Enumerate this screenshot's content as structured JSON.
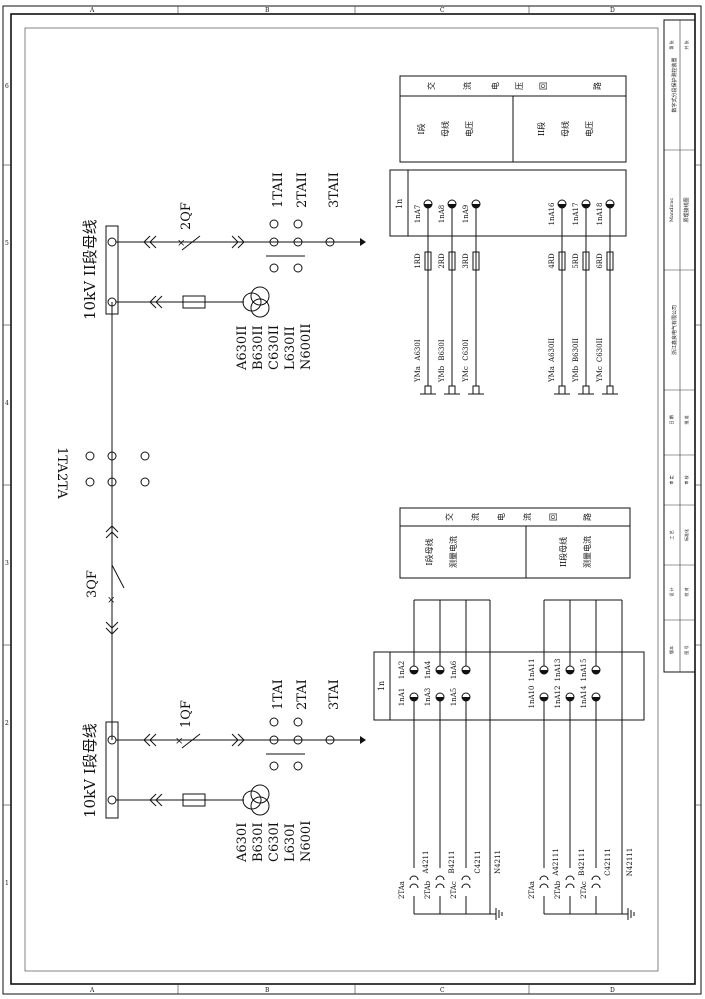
{
  "frame": {
    "zone_letters": [
      "A",
      "B",
      "C",
      "D"
    ],
    "zone_numbers": [
      "1",
      "2",
      "3",
      "4",
      "5",
      "6"
    ]
  },
  "busbars": {
    "bus1": "10kV I段母线",
    "bus2": "10kV II段母线"
  },
  "breakers": {
    "qf1": "1QF",
    "qf2": "2QF",
    "qf3": "3QF"
  },
  "ct_labels": {
    "bus1": [
      "1TAI",
      "2TAI",
      "3TAI"
    ],
    "bus2": [
      "1TAII",
      "2TAII",
      "3TAII"
    ],
    "tie": [
      "1TA",
      "2TA"
    ]
  },
  "pt_labels": {
    "bus1": [
      "A630I",
      "B630I",
      "C630I",
      "L630I",
      "N600I"
    ],
    "bus2": [
      "A630II",
      "B630II",
      "C630II",
      "L630II",
      "N600II"
    ]
  },
  "voltage_circuit": {
    "header_chars": [
      "交",
      "流",
      "电",
      "压",
      "回",
      "路"
    ],
    "sec1_lines": [
      "I段",
      "母线",
      "电压"
    ],
    "sec2_lines": [
      "II段",
      "母线",
      "电压"
    ],
    "block_label": "1n",
    "terminals": [
      "1nA7",
      "1nA8",
      "1nA9",
      "1nA16",
      "1nA17",
      "1nA18"
    ],
    "fuses": [
      "1RD",
      "2RD",
      "3RD",
      "4RD",
      "5RD",
      "6RD"
    ],
    "wires": [
      "A630I",
      "B630I",
      "C630I",
      "A630II",
      "B630II",
      "C630II"
    ],
    "ym": [
      "YMa",
      "YMb",
      "YMc",
      "YMa",
      "YMb",
      "YMc"
    ]
  },
  "current_circuit": {
    "header_chars": [
      "交",
      "流",
      "电",
      "流",
      "回",
      "路"
    ],
    "sec1_lines": [
      "I段母线",
      "测量电流"
    ],
    "sec2_lines": [
      "II段母线",
      "测量电流"
    ],
    "block_label": "1n",
    "top_terminals": [
      "1nA2",
      "1nA4",
      "1nA6",
      "1nA11",
      "1nA13",
      "1nA15"
    ],
    "bottom_terminals": [
      "1nA1",
      "1nA3",
      "1nA5",
      "1nA10",
      "1nA12",
      "1nA14"
    ],
    "ct_names": [
      "2TAa",
      "2TAb",
      "2TAc",
      "2TAa",
      "2TAb",
      "2TAc"
    ],
    "wires": [
      "A4211",
      "B4211",
      "C4211",
      "N4211",
      "A42111",
      "B42111",
      "C42111",
      "N42111"
    ]
  },
  "title_block": {
    "company": "浙江鑫良电气有限公司",
    "drawing_title": "数字式分段保护测控装置",
    "project": "Mandirac",
    "drawing_no": "原理接线图",
    "marks": [
      "版本",
      "图 号",
      "审 定",
      "审 核",
      "设 计",
      "校 对",
      "日 期",
      "批 准",
      "工 艺",
      "标准化",
      "数 量",
      "比 例",
      "第 张",
      "共 张"
    ]
  }
}
